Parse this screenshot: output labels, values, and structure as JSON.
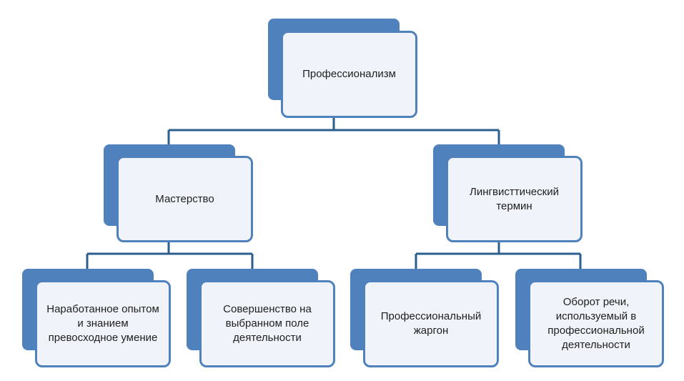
{
  "diagram": {
    "root": "Профессионализм",
    "branches": [
      {
        "label": "Мастерство",
        "children": [
          "Наработанное опытом и знанием превосходное умение",
          "Совершенство на выбранном поле деятельности"
        ]
      },
      {
        "label": "Лингвисттический термин",
        "children": [
          "Профессиональный жаргон",
          "Оборот речи, используемый в профессиональной деятельности"
        ]
      }
    ]
  },
  "colors": {
    "box_fill": "#4f81bd",
    "card_fill": "#f0f3fa",
    "connector": "#2c5f8e"
  }
}
